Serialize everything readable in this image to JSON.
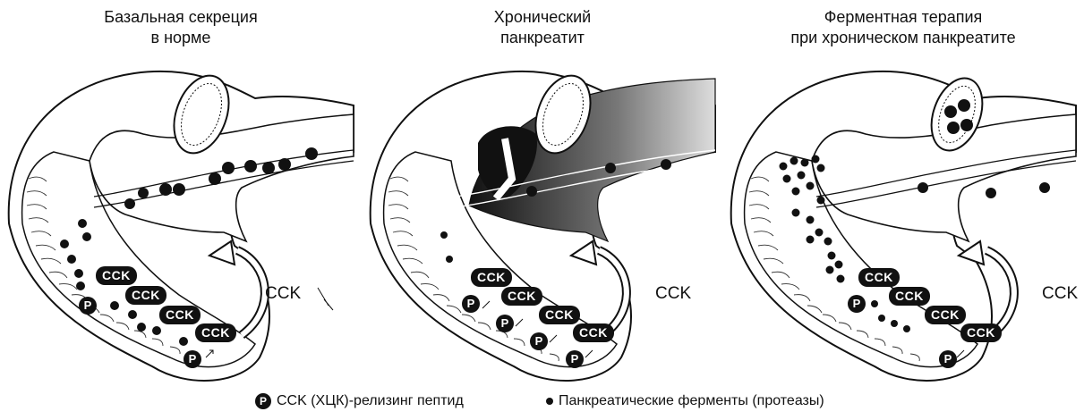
{
  "panels": [
    {
      "title": "Базальная секреция\nв норме",
      "hormone_label": "CCK"
    },
    {
      "title": "Хронический\nпанкреатит",
      "hormone_label": "CCK"
    },
    {
      "title": "Ферментная терапия\nпри хроническом панкреатите",
      "hormone_label": "CCK"
    }
  ],
  "tags": {
    "cck": "CCK",
    "p": "P"
  },
  "legend": {
    "peptide_symbol": "P",
    "peptide_label": "CCK (ХЦК)-релизинг пептид",
    "enzymes_label": "Панкреатические ферменты (протеазы)"
  }
}
